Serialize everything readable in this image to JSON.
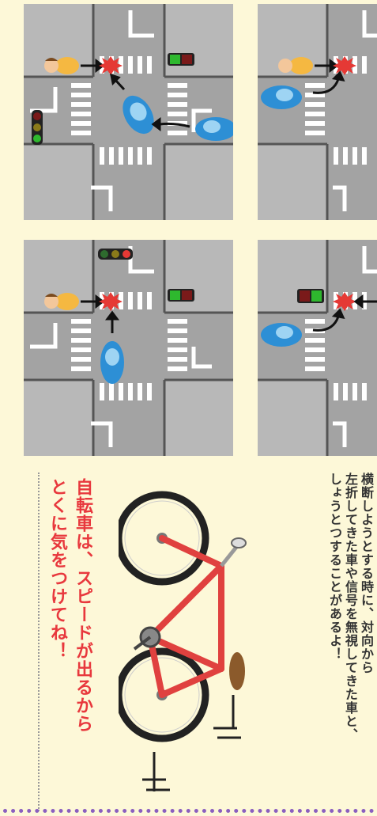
{
  "caption": {
    "lines": [
      "横断しようとする時に、対向から",
      "左折してきた車や信号を無視してきた車と、",
      "しょうとつすることがあるよ！"
    ]
  },
  "warning": {
    "lines": [
      "自転車は、スピードが出るから",
      "とくに気をつけてね！"
    ]
  },
  "colors": {
    "background": "#fdf8d8",
    "road": "#b8b8b8",
    "curb": "#5a5a5a",
    "warning_text": "#e8383d",
    "car": "#2d8fd5",
    "bicycle_frame": "#e0413f",
    "signal_green": "#2eb82e",
    "signal_red": "#e53935",
    "dots": "#8a5fbf"
  },
  "icons": [
    "pedestrian-icon",
    "car-icon",
    "traffic-light-icon",
    "collision-burst-icon",
    "arrow-icon",
    "bicycle-icon"
  ]
}
